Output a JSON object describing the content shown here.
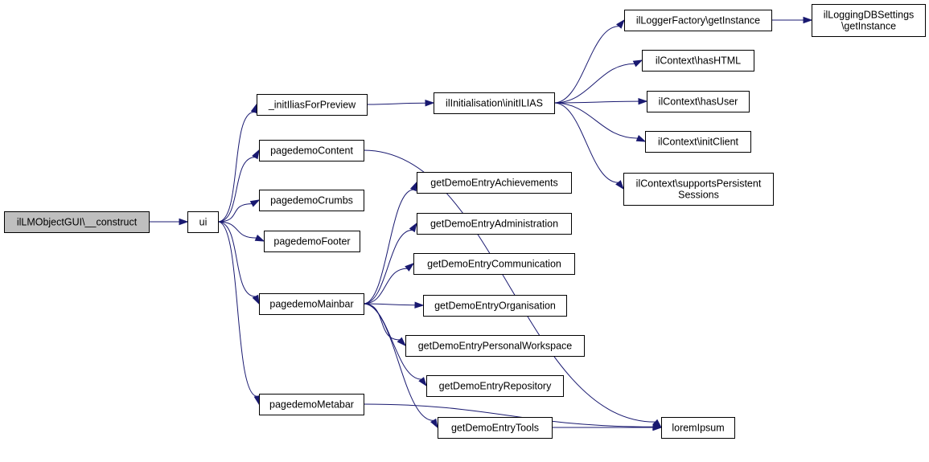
{
  "graph": {
    "nodes": [
      {
        "id": "root",
        "lines": [
          "ilLMObjectGUI\\__construct"
        ],
        "root": true
      },
      {
        "id": "ui",
        "lines": [
          "ui"
        ]
      },
      {
        "id": "initIlias",
        "lines": [
          "_initIliasForPreview"
        ]
      },
      {
        "id": "pContent",
        "lines": [
          "pagedemoContent"
        ]
      },
      {
        "id": "pCrumbs",
        "lines": [
          "pagedemoCrumbs"
        ]
      },
      {
        "id": "pFooter",
        "lines": [
          "pagedemoFooter"
        ]
      },
      {
        "id": "pMainbar",
        "lines": [
          "pagedemoMainbar"
        ]
      },
      {
        "id": "pMetabar",
        "lines": [
          "pagedemoMetabar"
        ]
      },
      {
        "id": "initILIAS",
        "lines": [
          "ilInitialisation\\initILIAS"
        ]
      },
      {
        "id": "achievements",
        "lines": [
          "getDemoEntryAchievements"
        ]
      },
      {
        "id": "administration",
        "lines": [
          "getDemoEntryAdministration"
        ]
      },
      {
        "id": "communication",
        "lines": [
          "getDemoEntryCommunication"
        ]
      },
      {
        "id": "organisation",
        "lines": [
          "getDemoEntryOrganisation"
        ]
      },
      {
        "id": "personal",
        "lines": [
          "getDemoEntryPersonalWorkspace"
        ]
      },
      {
        "id": "repository",
        "lines": [
          "getDemoEntryRepository"
        ]
      },
      {
        "id": "tools",
        "lines": [
          "getDemoEntryTools"
        ]
      },
      {
        "id": "loggerFactory",
        "lines": [
          "ilLoggerFactory\\getInstance"
        ]
      },
      {
        "id": "hasHTML",
        "lines": [
          "ilContext\\hasHTML"
        ]
      },
      {
        "id": "hasUser",
        "lines": [
          "ilContext\\hasUser"
        ]
      },
      {
        "id": "initClient",
        "lines": [
          "ilContext\\initClient"
        ]
      },
      {
        "id": "supportsPersistent",
        "lines": [
          "ilContext\\supportsPersistent",
          "Sessions"
        ]
      },
      {
        "id": "loremIpsum",
        "lines": [
          "loremIpsum"
        ]
      },
      {
        "id": "loggingDB",
        "lines": [
          "ilLoggingDBSettings",
          "\\getInstance"
        ]
      }
    ],
    "edges": [
      {
        "from": "root",
        "to": "ui"
      },
      {
        "from": "ui",
        "to": "initIlias"
      },
      {
        "from": "ui",
        "to": "pContent"
      },
      {
        "from": "ui",
        "to": "pCrumbs"
      },
      {
        "from": "ui",
        "to": "pFooter"
      },
      {
        "from": "ui",
        "to": "pMainbar"
      },
      {
        "from": "ui",
        "to": "pMetabar"
      },
      {
        "from": "initIlias",
        "to": "initILIAS"
      },
      {
        "from": "pContent",
        "to": "loremIpsum"
      },
      {
        "from": "pMainbar",
        "to": "achievements"
      },
      {
        "from": "pMainbar",
        "to": "administration"
      },
      {
        "from": "pMainbar",
        "to": "communication"
      },
      {
        "from": "pMainbar",
        "to": "organisation"
      },
      {
        "from": "pMainbar",
        "to": "personal"
      },
      {
        "from": "pMainbar",
        "to": "repository"
      },
      {
        "from": "pMainbar",
        "to": "tools"
      },
      {
        "from": "pMetabar",
        "to": "loremIpsum"
      },
      {
        "from": "tools",
        "to": "loremIpsum"
      },
      {
        "from": "initILIAS",
        "to": "loggerFactory"
      },
      {
        "from": "initILIAS",
        "to": "hasHTML"
      },
      {
        "from": "initILIAS",
        "to": "hasUser"
      },
      {
        "from": "initILIAS",
        "to": "initClient"
      },
      {
        "from": "initILIAS",
        "to": "supportsPersistent"
      },
      {
        "from": "loggerFactory",
        "to": "loggingDB"
      }
    ]
  }
}
